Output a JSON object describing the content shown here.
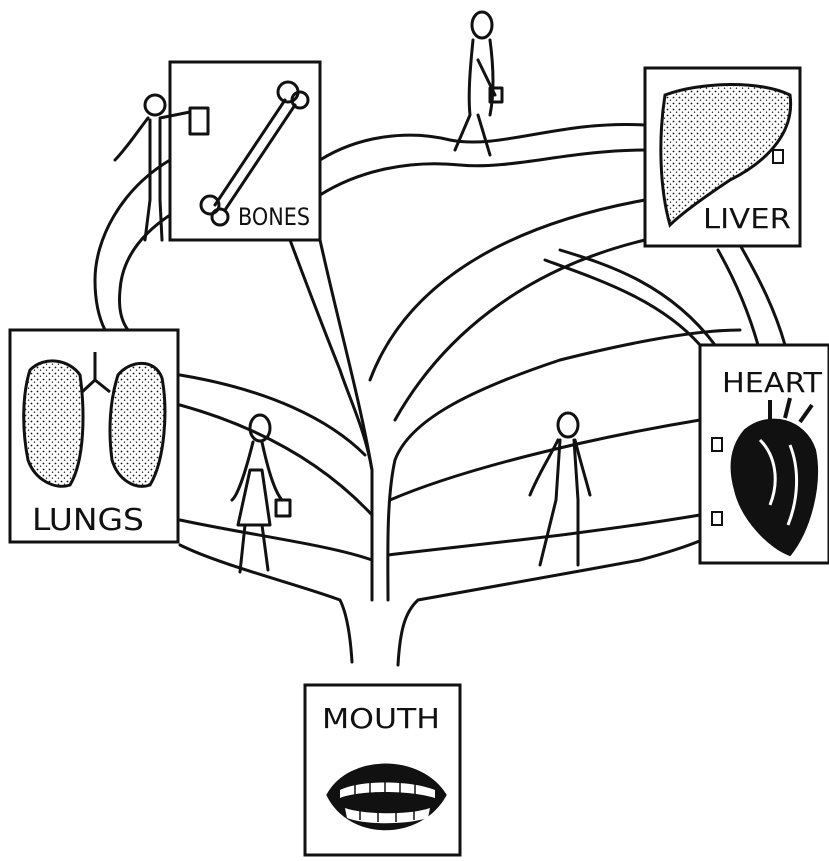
{
  "organs": {
    "bones": "BONES",
    "liver": "LIVER",
    "lungs": "LUNGS",
    "heart": "HEART",
    "mouth": "MOUTH"
  },
  "colors": {
    "ink": "#111111",
    "paper": "#ffffff"
  },
  "icons": [
    "bone-icon",
    "liver-icon",
    "lungs-icon",
    "heart-icon",
    "mouth-icon",
    "walking-person-icon",
    "small-bag-icon"
  ]
}
